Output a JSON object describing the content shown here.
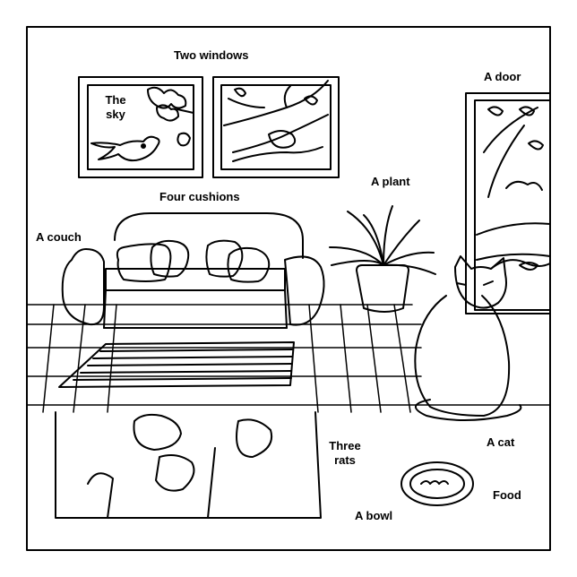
{
  "labels": {
    "two_windows": "Two windows",
    "the_sky_line1": "The",
    "the_sky_line2": "sky",
    "a_door": "A door",
    "a_plant": "A plant",
    "four_cushions": "Four cushions",
    "a_couch": "A couch",
    "three_rats_line1": "Three",
    "three_rats_line2": "rats",
    "a_cat": "A cat",
    "food": "Food",
    "a_bowl": "A bowl"
  },
  "colors": {
    "ink": "#000000",
    "paper": "#ffffff"
  }
}
